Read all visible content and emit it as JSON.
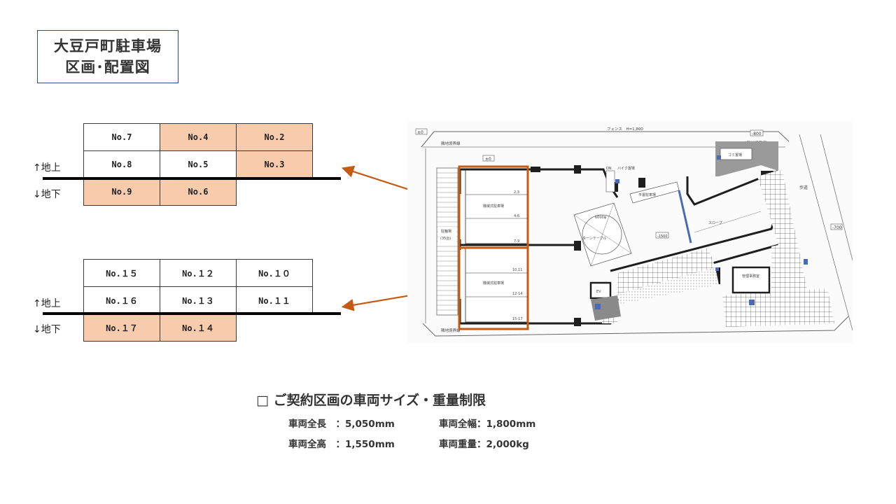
{
  "title": {
    "line1": "大豆戸町駐車場",
    "line2": "区画･配置図"
  },
  "levels": {
    "above": "↑地上",
    "below": "↓地下"
  },
  "accent_color": "#c55a11",
  "highlight_color": "#f8cbad",
  "group1": {
    "rows": [
      [
        {
          "label": "No.7",
          "hl": false
        },
        {
          "label": "No.4",
          "hl": true
        },
        {
          "label": "No.2",
          "hl": true
        }
      ],
      [
        {
          "label": "No.8",
          "hl": false
        },
        {
          "label": "No.5",
          "hl": false
        },
        {
          "label": "No.3",
          "hl": true
        }
      ],
      [
        {
          "label": "No.9",
          "hl": true
        },
        {
          "label": "No.6",
          "hl": true
        }
      ]
    ]
  },
  "group2": {
    "rows": [
      [
        {
          "label": "No.１５",
          "hl": false
        },
        {
          "label": "No.１２",
          "hl": false
        },
        {
          "label": "No.１０",
          "hl": false
        }
      ],
      [
        {
          "label": "No.１６",
          "hl": false
        },
        {
          "label": "No.１３",
          "hl": false
        },
        {
          "label": "No.１１",
          "hl": false
        }
      ],
      [
        {
          "label": "No.１７",
          "hl": true
        },
        {
          "label": "No.１４",
          "hl": true
        }
      ]
    ]
  },
  "plan": {
    "labels": {
      "fence": "フェンス　H=1,800",
      "boundary_top": "隣地境界線",
      "boundary_bottom": "隣地境界線",
      "boundary_right": "隣地境界線",
      "level_zero": "±0",
      "level_m800": "-800",
      "level_m700": "-700",
      "level_m1500": "-1500",
      "mech_parking": "機械式駐車場",
      "bike_parking": "駐輪場",
      "bike_count": "(35台)",
      "turntable": "ターンテーブル",
      "turntable_dim": "6000φ",
      "flat_parking": "平置駐車場",
      "slope": "スロープ",
      "bicycle": "バイク置場",
      "garbage": "ゴミ置場",
      "sidewalk": "歩道",
      "ev": "EV",
      "office": "管理事務室",
      "dn": "DN",
      "neighbor_left": "隣地境界線"
    },
    "bay_numbers_upper": [
      "2,3",
      "4-6",
      "7-9"
    ],
    "bay_numbers_lower": [
      "10,11",
      "12-14",
      "15-17"
    ]
  },
  "specs": {
    "title": "□ ご契約区画の車両サイズ・重量制限",
    "items": [
      {
        "key": "車両全長　",
        "value": "：5,050mm"
      },
      {
        "key": "車両全幅",
        "value": "：1,800mm"
      },
      {
        "key": "車両全高　",
        "value": "：1,550mm"
      },
      {
        "key": "車両重量",
        "value": "：2,000kg"
      }
    ]
  }
}
